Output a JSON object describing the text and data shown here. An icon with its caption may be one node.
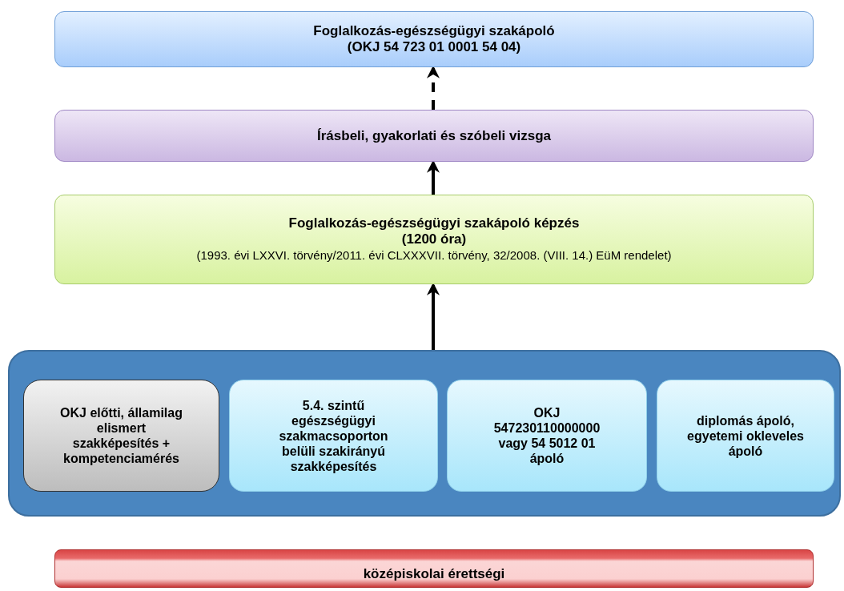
{
  "diagram": {
    "nodes": [
      {
        "text": [
          "Foglalkozás-egészségügyi szakápoló",
          "(OKJ 54 723 01 0001 54 04)"
        ]
      },
      {
        "text": [
          "Írásbeli, gyakorlati és szóbeli vizsga"
        ]
      },
      {
        "text": [
          "Foglalkozás-egészségügyi szakápoló képzés",
          "(1200 óra)",
          "(1993. évi LXXVI. törvény/2011. évi CLXXXVII. törvény, 32/2008. (VIII. 14.) EüM rendelet)"
        ]
      },
      {
        "text": [],
        "shape": "box"
      },
      {
        "text": [
          "OKJ előtti, államilag elismert szakképesítés + kompetenciamérés"
        ],
        "in": 3
      },
      {
        "text": [
          "5.4. szintű egészségügyi szakmacsoporton belüli szakirányú szakképesítés"
        ],
        "in": 3
      },
      {
        "text": [
          "OKJ 547230110000000 vagy 54 5012 01 ápoló"
        ],
        "in": 3
      },
      {
        "text": [
          "diplomás ápoló, egyetemi okleveles ápoló"
        ],
        "in": 3
      },
      {
        "text": [
          "középiskolai érettségi"
        ]
      }
    ],
    "edges": [
      {
        "from": 1,
        "to": 0,
        "arrow": "to",
        "style": "dashed"
      },
      {
        "from": 2,
        "to": 1,
        "arrow": "to"
      },
      {
        "from": 3,
        "to": 2,
        "arrow": "to"
      }
    ]
  }
}
